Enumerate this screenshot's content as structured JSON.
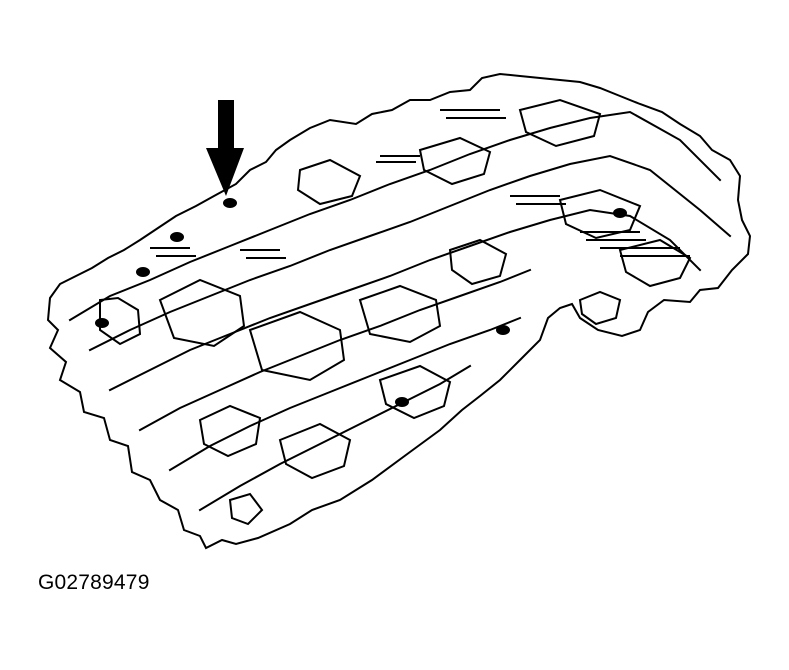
{
  "figure": {
    "id_label": "G02789479",
    "subject": "valve-body-separator-plate",
    "indicator": "down-arrow",
    "line_color": "#000000",
    "background_color": "#ffffff"
  }
}
